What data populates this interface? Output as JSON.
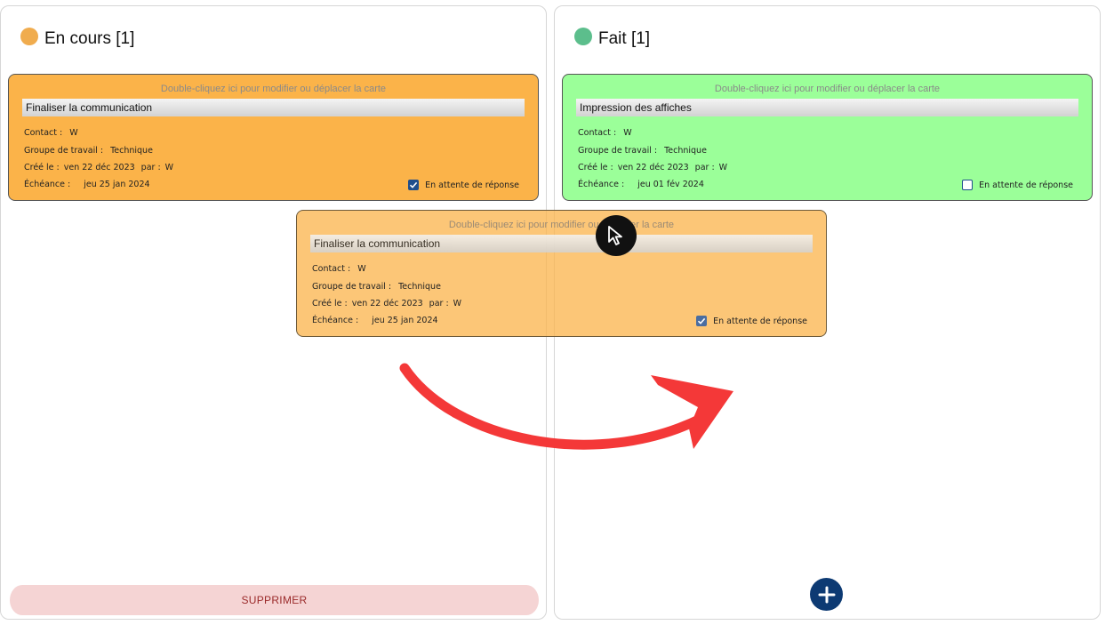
{
  "columns": [
    {
      "title": "En cours [1]",
      "dot_color": "#f0ac4e",
      "card": {
        "hint": "Double-cliquez ici pour modifier ou déplacer la carte",
        "title": "Finaliser la communication",
        "contact_label": "Contact :",
        "contact_value": "W",
        "group_label": "Groupe de travail :",
        "group_value": "Technique",
        "created_label": "Créé le :",
        "created_value": "ven 22 déc 2023",
        "by_label": "par :",
        "by_value": "W",
        "due_label": "Échéance :",
        "due_value": "jeu 25 jan 2024",
        "pending_label": "En attente de réponse",
        "pending_checked": true,
        "color": "#fbb349"
      },
      "footer_button": "SUPPRIMER"
    },
    {
      "title": "Fait [1]",
      "dot_color": "#5cbe8c",
      "card": {
        "hint": "Double-cliquez ici pour modifier ou déplacer la carte",
        "title": "Impression des affiches",
        "contact_label": "Contact :",
        "contact_value": "W",
        "group_label": "Groupe de travail :",
        "group_value": "Technique",
        "created_label": "Créé le :",
        "created_value": "ven 22 déc 2023",
        "by_label": "par :",
        "by_value": "W",
        "due_label": "Échéance :",
        "due_value": "jeu 01 fév 2024",
        "pending_label": "En attente de réponse",
        "pending_checked": false,
        "color": "#9bff99"
      }
    }
  ],
  "drag_ghost": {
    "hint": "Double-cliquez ici pour modifier ou déplacer la carte",
    "title": "Finaliser la communication",
    "contact_label": "Contact :",
    "contact_value": "W",
    "group_label": "Groupe de travail :",
    "group_value": "Technique",
    "created_label": "Créé le :",
    "created_value": "ven 22 déc 2023",
    "by_label": "par :",
    "by_value": "W",
    "due_label": "Échéance :",
    "due_value": "jeu 25 jan 2024",
    "pending_label": "En attente de réponse",
    "pending_checked": true
  },
  "icons": {
    "add": "plus-icon",
    "cursor": "cursor-icon",
    "arrow": "red-curved-arrow",
    "check": "check-icon"
  },
  "colors": {
    "accent_blue": "#0d3a73",
    "arrow_red": "#f43838",
    "delete_bg": "#f5d4d4"
  }
}
